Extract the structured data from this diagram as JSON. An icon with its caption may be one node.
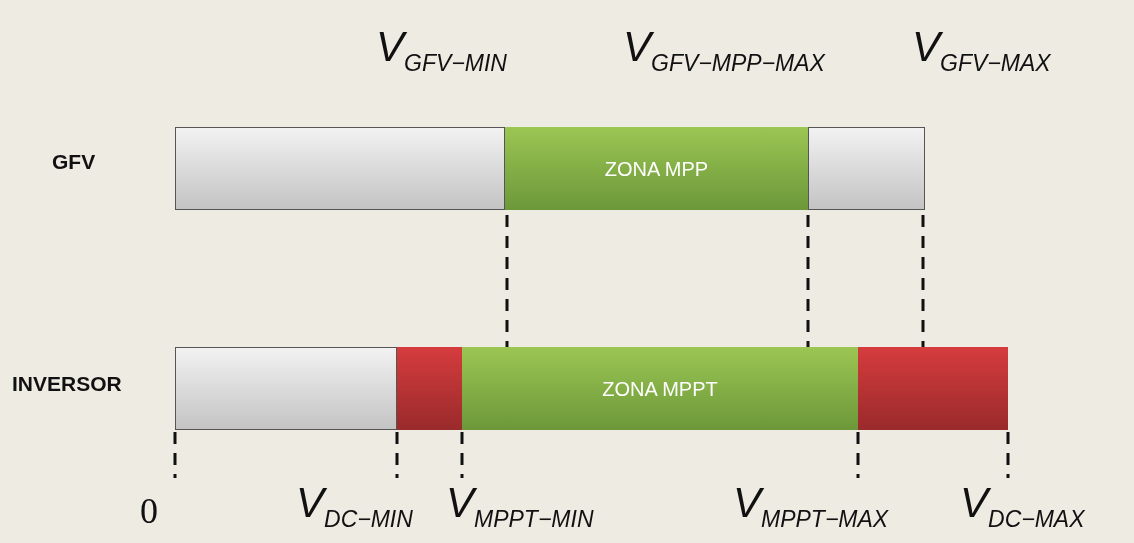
{
  "diagram": {
    "nodes": [
      {
        "text": [],
        "shape": "bar"
      },
      {
        "text": [
          "ZONA MPP"
        ]
      },
      {
        "text": [],
        "shape": "bar"
      },
      {
        "text": [],
        "shape": "bar"
      },
      {
        "text": [],
        "shape": "bar"
      },
      {
        "text": [
          "ZONA MPPT"
        ]
      },
      {
        "text": [],
        "shape": "bar"
      }
    ],
    "edges": [],
    "labels": [
      "V$_{GFV−MIN}$",
      "V$_{GFV−MPP−MAX}$",
      "V$_{GFV−MAX}$",
      "GFV",
      "INVERSOR",
      "0",
      "V$_{DC−MIN}$",
      "V$_{MPPT−MIN}$",
      "V$_{MPPT−MAX}$",
      "V$_{DC−MAX}$"
    ]
  }
}
